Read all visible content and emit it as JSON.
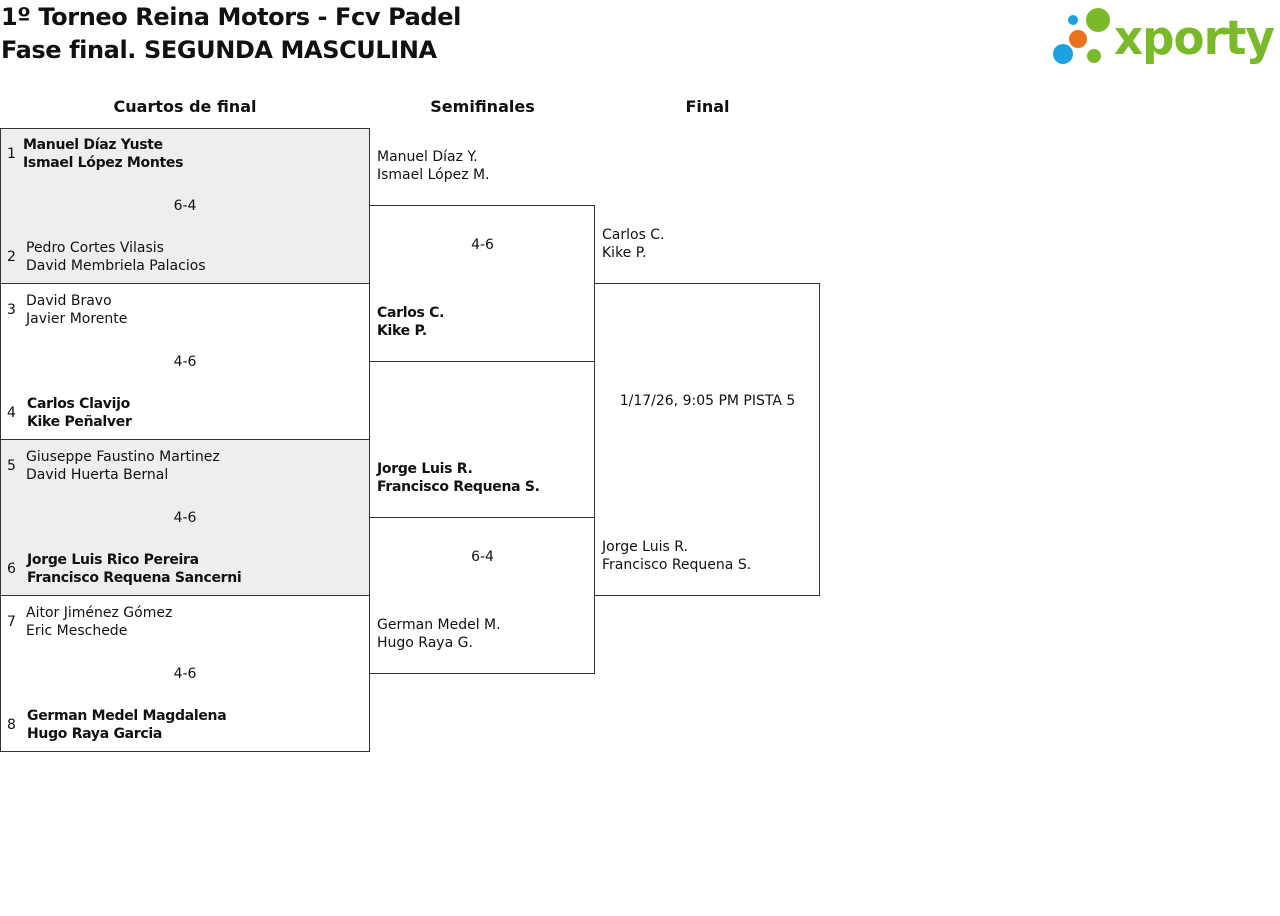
{
  "header": {
    "title_line1": "1º Torneo Reina Motors - Fcv Padel",
    "title_line2": "Fase final. SEGUNDA MASCULINA",
    "logo_text": "xporty"
  },
  "colors": {
    "logo_green": "#7ab929",
    "logo_blue": "#1ea1e0",
    "logo_orange": "#e8731e",
    "shaded_box": "#eeeeee",
    "border": "#333333"
  },
  "rounds": {
    "quarterfinals": "Cuartos de final",
    "semifinals": "Semifinales",
    "final": "Final"
  },
  "quarterfinals": [
    {
      "score": "6-4",
      "top": {
        "seed": "1",
        "p1": "Manuel Díaz Yuste",
        "p2": "Ismael López Montes",
        "winner": true
      },
      "bottom": {
        "seed": "2",
        "p1": "Pedro Cortes Vilasis",
        "p2": "David Membriela Palacios",
        "winner": false
      }
    },
    {
      "score": "4-6",
      "top": {
        "seed": "3",
        "p1": "David Bravo",
        "p2": "Javier Morente",
        "winner": false
      },
      "bottom": {
        "seed": "4",
        "p1": "Carlos Clavijo",
        "p2": "Kike Peñalver",
        "winner": true
      }
    },
    {
      "score": "4-6",
      "top": {
        "seed": "5",
        "p1": "Giuseppe Faustino Martinez",
        "p2": "David Huerta Bernal",
        "winner": false
      },
      "bottom": {
        "seed": "6",
        "p1": "Jorge Luis Rico Pereira",
        "p2": "Francisco Requena Sancerni",
        "winner": true
      }
    },
    {
      "score": "4-6",
      "top": {
        "seed": "7",
        "p1": "Aitor Jiménez Gómez",
        "p2": "Eric Meschede",
        "winner": false
      },
      "bottom": {
        "seed": "8",
        "p1": "German Medel Magdalena",
        "p2": "Hugo Raya Garcia",
        "winner": true
      }
    }
  ],
  "semifinals": [
    {
      "score": "4-6",
      "top": {
        "p1": "Manuel Díaz Y.",
        "p2": "Ismael López M.",
        "winner": false
      },
      "bottom": {
        "p1": "Carlos C.",
        "p2": "Kike P.",
        "winner": true
      }
    },
    {
      "score": "6-4",
      "top": {
        "p1": "Jorge Luis R.",
        "p2": "Francisco Requena S.",
        "winner": true
      },
      "bottom": {
        "p1": "German Medel M.",
        "p2": "Hugo Raya G.",
        "winner": false
      }
    }
  ],
  "final": {
    "schedule": "1/17/26, 9:05 PM PISTA 5",
    "top": {
      "p1": "Carlos C.",
      "p2": "Kike P."
    },
    "bottom": {
      "p1": "Jorge Luis R.",
      "p2": "Francisco Requena S."
    }
  }
}
